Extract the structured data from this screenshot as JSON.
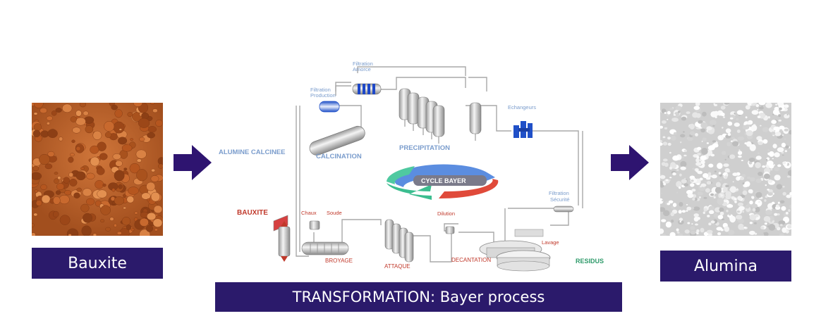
{
  "left_panel": {
    "label": "Bauxite"
  },
  "right_panel": {
    "label": "Alumina"
  },
  "banner": {
    "label": "TRANSFORMATION: Bayer process"
  },
  "diagram": {
    "alumine_calcinee": "ALUMINE CALCINEE",
    "calcination": "CALCINATION",
    "precipitation": "PRECIPITATION",
    "filtration_amorce_1": "Filtration",
    "filtration_amorce_2": "Amorce",
    "filtration_production_1": "Filtration",
    "filtration_production_2": "Production",
    "echangeurs": "Echangeurs",
    "cycle_bayer": "CYCLE BAYER",
    "filtration_securite_1": "Filtration",
    "filtration_securite_2": "Sécurité",
    "bauxite": "BAUXITE",
    "chaux": "Chaux",
    "soude": "Soude",
    "dilution": "Dilution",
    "lavage": "Lavage",
    "broyage": "BROYAGE",
    "attaque": "ATTAQUE",
    "decantation": "DECANTATION",
    "residus": "RESIDUS"
  },
  "colors": {
    "banner_bg": "#2b1a6b",
    "arrow": "#2e1470",
    "blue_label": "#7a9ccc",
    "red_label": "#c0392b",
    "green_label": "#2e9a6a"
  }
}
